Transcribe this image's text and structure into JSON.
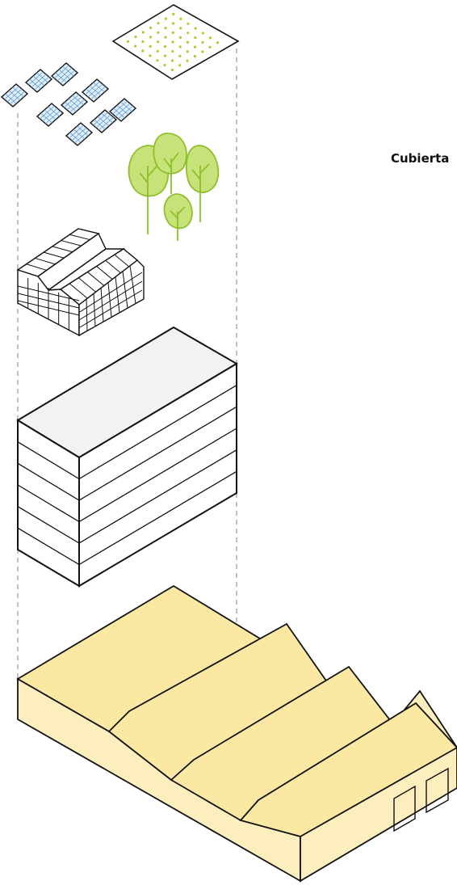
{
  "diagram": {
    "label": "Cubierta",
    "layers": [
      {
        "id": "green-roof-tray",
        "label": ""
      },
      {
        "id": "solar-panels",
        "label": ""
      },
      {
        "id": "trees",
        "label": ""
      },
      {
        "id": "greenhouse",
        "label": ""
      },
      {
        "id": "multi-storey-block",
        "label": ""
      },
      {
        "id": "sawtooth-warehouse",
        "label": ""
      }
    ]
  },
  "colors": {
    "stroke": "#111111",
    "guide": "#9a9a9a",
    "warehouse_top": "#fbe8a3",
    "warehouse_side": "#fcefbd",
    "block_top": "#f2f2f2",
    "block_side": "#ffffff",
    "plant_green": "#c8e27a",
    "plant_green_stroke": "#8fbf2a",
    "solar_fill": "#e3f0fb",
    "solar_grid": "#6fa8dc"
  }
}
